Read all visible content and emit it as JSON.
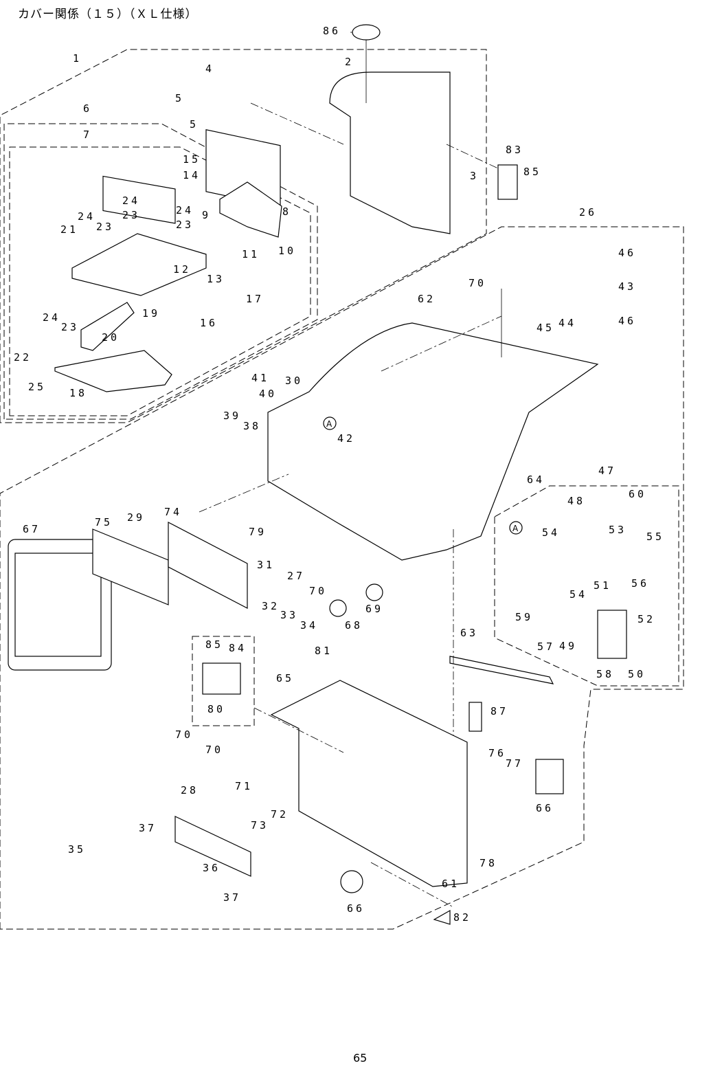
{
  "title": "カバー関係（１５）（ＸＬ仕様）",
  "page_number": "65",
  "detail_marker": "A",
  "callouts": [
    "86",
    "1",
    "2",
    "4",
    "5",
    "5",
    "6",
    "7",
    "15",
    "14",
    "83",
    "85",
    "3",
    "24",
    "24",
    "23",
    "23",
    "24",
    "23",
    "21",
    "9",
    "8",
    "11",
    "10",
    "26",
    "46",
    "43",
    "46",
    "44",
    "45",
    "70",
    "62",
    "12",
    "13",
    "19",
    "17",
    "24",
    "23",
    "20",
    "16",
    "22",
    "25",
    "18",
    "41",
    "40",
    "30",
    "39",
    "38",
    "42",
    "64",
    "47",
    "48",
    "60",
    "54",
    "53",
    "55",
    "67",
    "75",
    "29",
    "74",
    "79",
    "31",
    "27",
    "70",
    "51",
    "56",
    "54",
    "32",
    "33",
    "34",
    "68",
    "69",
    "59",
    "52",
    "57",
    "49",
    "81",
    "63",
    "85",
    "84",
    "65",
    "58",
    "50",
    "80",
    "87",
    "70",
    "76",
    "77",
    "70",
    "28",
    "71",
    "66",
    "37",
    "73",
    "72",
    "35",
    "36",
    "78",
    "61",
    "37",
    "66",
    "82"
  ]
}
